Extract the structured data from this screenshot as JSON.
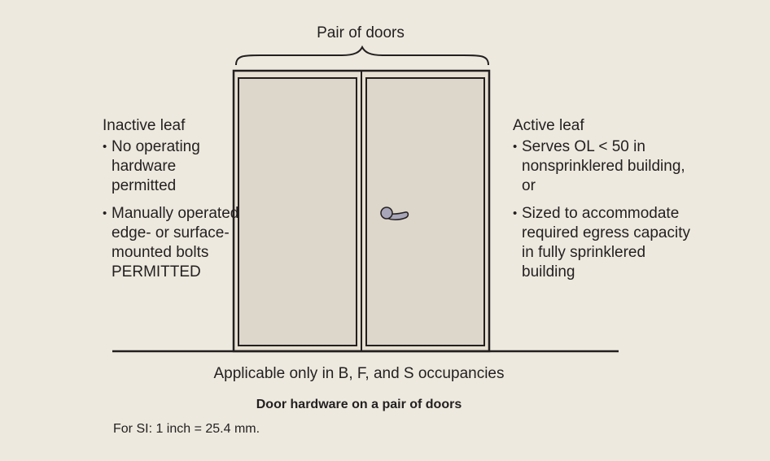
{
  "title": "Pair of doors",
  "left_panel": {
    "heading": "Inactive leaf",
    "bullets": [
      "No operating hardware permitted",
      "Manually operated edge- or surface-mounted bolts PERMITTED"
    ]
  },
  "right_panel": {
    "heading": "Active leaf",
    "bullets": [
      "Serves OL < 50 in nonsprinklered building, or",
      "Sized to accommodate required egress capacity in fully sprinklered building"
    ]
  },
  "note": "Applicable only in B, F, and S occupancies",
  "caption": "Door hardware on a pair of doors",
  "si_note": "For SI: 1 inch = 25.4 mm.",
  "colors": {
    "background": "#ede9de",
    "door_fill": "#ddd6ca",
    "frame_fill": "#e6e0d2",
    "stroke": "#231f20",
    "handle": "#a8a6b8"
  }
}
